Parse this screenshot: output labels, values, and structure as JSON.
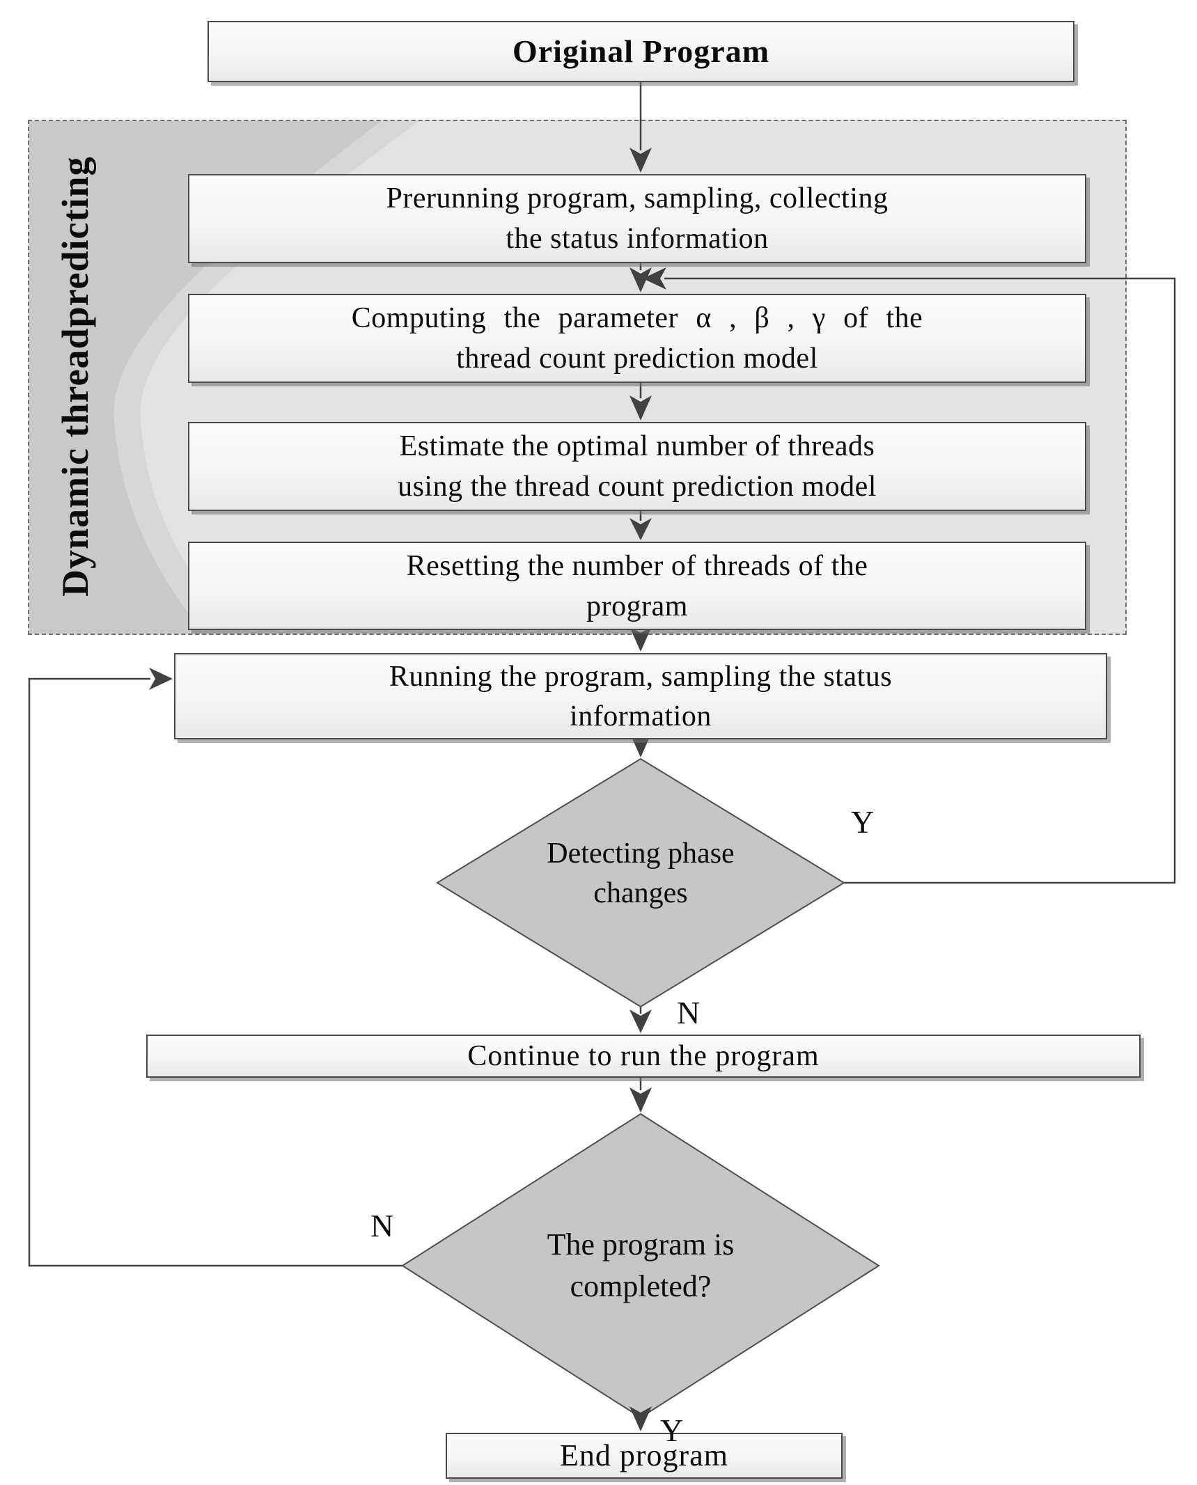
{
  "flow": {
    "start": "Original Program",
    "group_label": "Dynamic threadpredicting",
    "steps": [
      {
        "line1": "Prerunning program, sampling, collecting",
        "line2": "the status information"
      },
      {
        "line1": "Computing the parameter α , β , γ of the",
        "line2": "thread count prediction model"
      },
      {
        "line1": "Estimate the optimal number of threads",
        "line2": "using the thread count prediction model"
      },
      {
        "line1": "Resetting the number of threads of the",
        "line2": "program"
      }
    ],
    "running": {
      "line1": "Running the program, sampling the status",
      "line2": "information"
    },
    "phase_decision": {
      "line1": "Detecting phase",
      "line2": "changes",
      "yes": "Y",
      "no": "N"
    },
    "continue_label": "Continue to run the program",
    "complete_decision": {
      "line1": "The program is",
      "line2": "completed?",
      "yes": "Y",
      "no": "N"
    },
    "end": "End program"
  },
  "colors": {
    "box_border": "#4a4a4a",
    "box_fill_top": "#fdfdfd",
    "box_fill_bottom": "#e9e9e9",
    "diamond_fill": "#c6c6c6",
    "connector": "#414141",
    "container_bg": "#e3e3e3",
    "container_band_dark": "#c9c9c9",
    "container_band_light": "#d7d7d7",
    "dashed_border": "#6e6e6e"
  }
}
